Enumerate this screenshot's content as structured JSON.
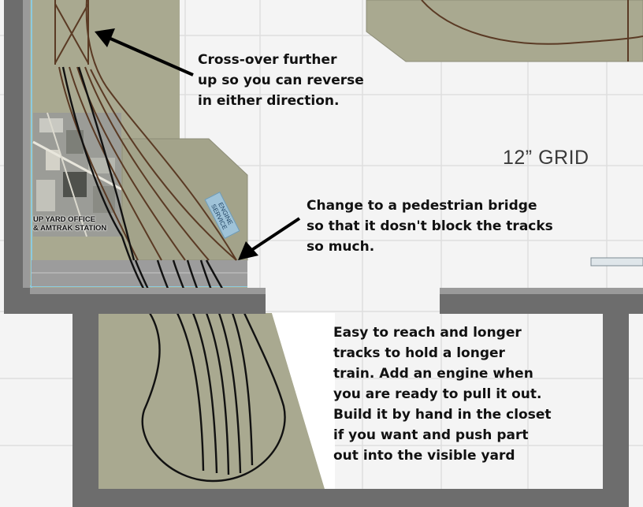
{
  "diagram": {
    "grid_label": "12” GRID",
    "yard_office_label": "UP YARD OFFICE\n& AMTRAK STATION",
    "engine_service_label": "ENGINE\nSERVICE",
    "notes": {
      "crossover": "Cross-over further\nup so you can reverse\nin either direction.",
      "bridge": "Change to a pedestrian bridge\nso that it dosn't block the tracks\nso much.",
      "closet": "Easy to reach and longer\ntracks to hold a longer\ntrain.  Add an engine when\nyou are ready to pull it out.\nBuild it by hand in the closet\nif you want and push part\nout into the visible yard"
    },
    "colors": {
      "wall": "#6d6d6d",
      "benchwork": "#a9a990",
      "old_track": "#5a3a24",
      "new_track": "#111111",
      "grid_line": "#dedede",
      "background": "#f4f4f4",
      "water_edge": "#8ccbe0"
    }
  }
}
